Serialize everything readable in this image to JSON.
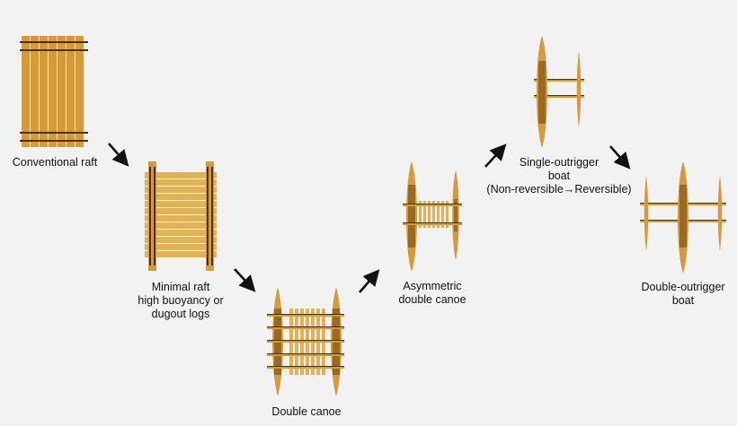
{
  "colors": {
    "background": "#f2f2f2",
    "wood": "#d69a3a",
    "wood_light": "#e0b259",
    "wood_dark": "#9a6a22",
    "lashing": "#4a3210",
    "arrow": "#111111"
  },
  "stages": {
    "conventional_raft": {
      "lines": [
        "Conventional raft"
      ]
    },
    "minimal_raft": {
      "lines": [
        "Minimal raft",
        "high buoyancy or",
        "dugout logs"
      ]
    },
    "double_canoe": {
      "lines": [
        "Double canoe"
      ]
    },
    "asymmetric_double_canoe": {
      "lines": [
        "Asymmetric",
        "double canoe"
      ]
    },
    "single_outrigger": {
      "lines": [
        "Single-outrigger",
        "boat",
        "(Non-reversible→Reversible)"
      ]
    },
    "double_outrigger": {
      "lines": [
        "Double-outrigger",
        "boat"
      ]
    }
  },
  "arrows": [
    {
      "from": "conventional_raft",
      "to": "minimal_raft",
      "icon": "arrow-down-right-icon"
    },
    {
      "from": "minimal_raft",
      "to": "double_canoe",
      "icon": "arrow-down-right-icon"
    },
    {
      "from": "double_canoe",
      "to": "asymmetric_double_canoe",
      "icon": "arrow-up-right-icon"
    },
    {
      "from": "asymmetric_double_canoe",
      "to": "single_outrigger",
      "icon": "arrow-up-right-icon"
    },
    {
      "from": "single_outrigger",
      "to": "double_outrigger",
      "icon": "arrow-down-right-icon"
    }
  ]
}
